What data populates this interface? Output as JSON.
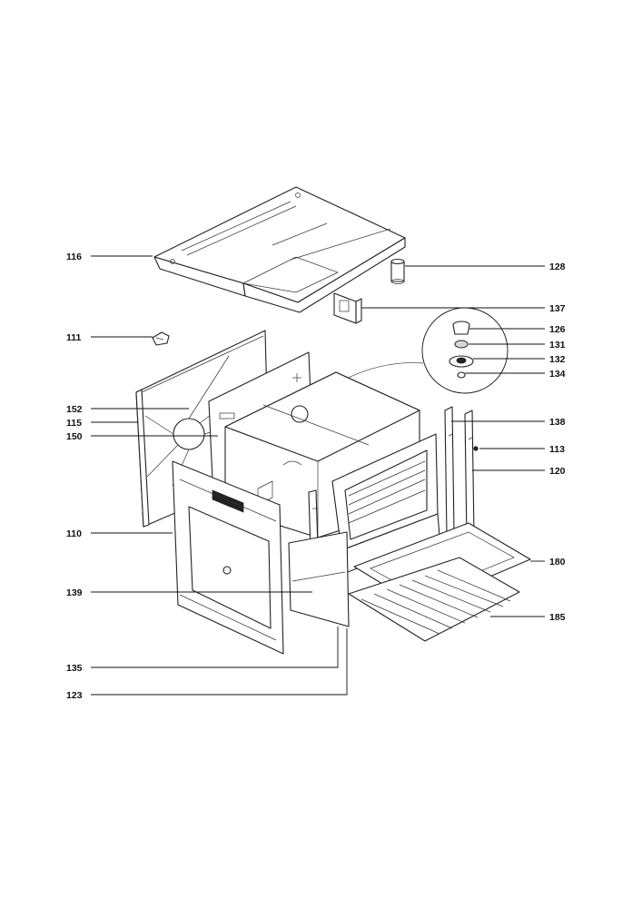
{
  "diagram": {
    "callouts": [
      {
        "id": "c116",
        "label": "116"
      },
      {
        "id": "c128",
        "label": "128"
      },
      {
        "id": "c137",
        "label": "137"
      },
      {
        "id": "c111",
        "label": "111"
      },
      {
        "id": "c126",
        "label": "126"
      },
      {
        "id": "c131",
        "label": "131"
      },
      {
        "id": "c132",
        "label": "132"
      },
      {
        "id": "c134",
        "label": "134"
      },
      {
        "id": "c152",
        "label": "152"
      },
      {
        "id": "c115",
        "label": "115"
      },
      {
        "id": "c138",
        "label": "138"
      },
      {
        "id": "c150",
        "label": "150"
      },
      {
        "id": "c113",
        "label": "113"
      },
      {
        "id": "c120",
        "label": "120"
      },
      {
        "id": "c110",
        "label": "110"
      },
      {
        "id": "c180",
        "label": "180"
      },
      {
        "id": "c139",
        "label": "139"
      },
      {
        "id": "c185",
        "label": "185"
      },
      {
        "id": "c135",
        "label": "135"
      },
      {
        "id": "c123",
        "label": "123"
      }
    ]
  }
}
